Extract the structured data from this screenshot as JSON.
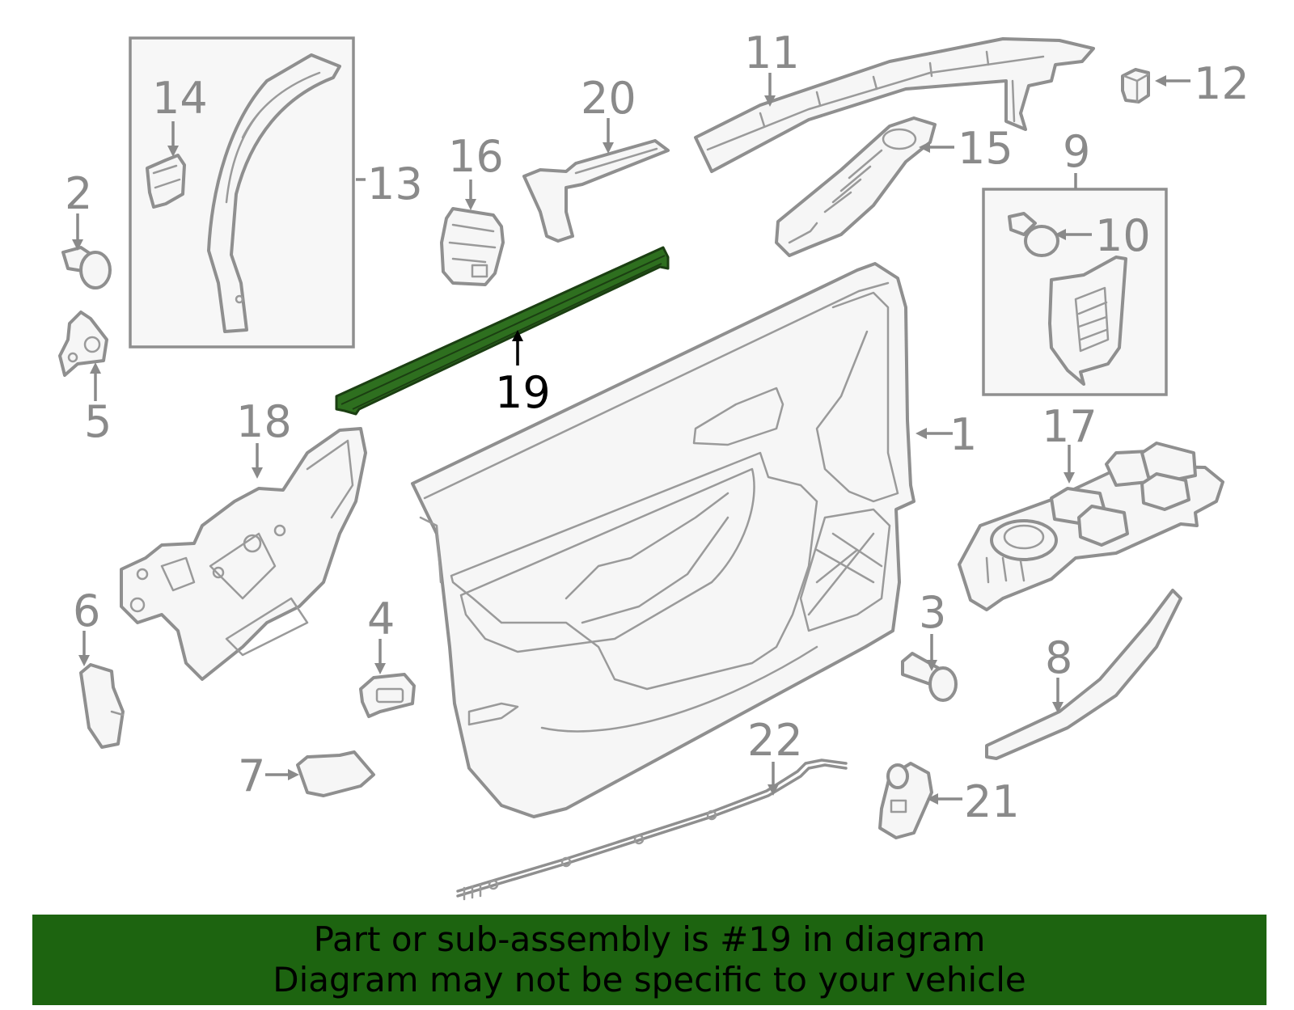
{
  "diagram": {
    "highlight_color": "#2e6f1f",
    "parts_color": "#8f8f8f",
    "callouts": [
      {
        "id": "1",
        "label": "1"
      },
      {
        "id": "2",
        "label": "2"
      },
      {
        "id": "3",
        "label": "3"
      },
      {
        "id": "4",
        "label": "4"
      },
      {
        "id": "5",
        "label": "5"
      },
      {
        "id": "6",
        "label": "6"
      },
      {
        "id": "7",
        "label": "7"
      },
      {
        "id": "8",
        "label": "8"
      },
      {
        "id": "9",
        "label": "9"
      },
      {
        "id": "10",
        "label": "10"
      },
      {
        "id": "11",
        "label": "11"
      },
      {
        "id": "12",
        "label": "12"
      },
      {
        "id": "13",
        "label": "13"
      },
      {
        "id": "14",
        "label": "14"
      },
      {
        "id": "15",
        "label": "15"
      },
      {
        "id": "16",
        "label": "16"
      },
      {
        "id": "17",
        "label": "17"
      },
      {
        "id": "18",
        "label": "18"
      },
      {
        "id": "19",
        "label": "19",
        "highlighted": true
      },
      {
        "id": "20",
        "label": "20"
      },
      {
        "id": "21",
        "label": "21"
      },
      {
        "id": "22",
        "label": "22"
      }
    ]
  },
  "banner": {
    "background": "#1d6410",
    "line1": "Part or sub-assembly is #19 in diagram",
    "line2": "Diagram may not be specific to your vehicle"
  }
}
